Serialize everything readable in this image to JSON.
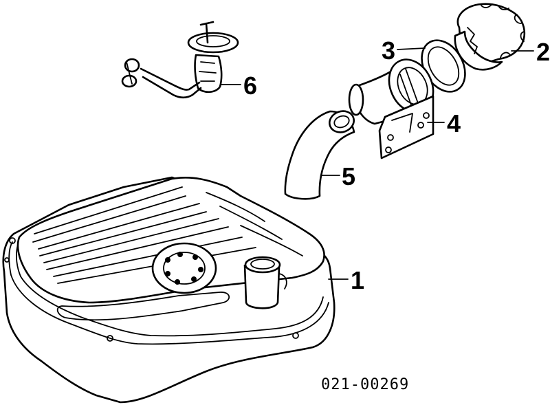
{
  "diagram": {
    "parts": [
      {
        "id": "tank",
        "label": "1"
      },
      {
        "id": "filler-cap",
        "label": "2"
      },
      {
        "id": "cap-gasket",
        "label": "3"
      },
      {
        "id": "filler-neck",
        "label": "4"
      },
      {
        "id": "filler-hose",
        "label": "5"
      },
      {
        "id": "fuel-pump-sender",
        "label": "6"
      }
    ],
    "reference_code": "021-00269"
  }
}
